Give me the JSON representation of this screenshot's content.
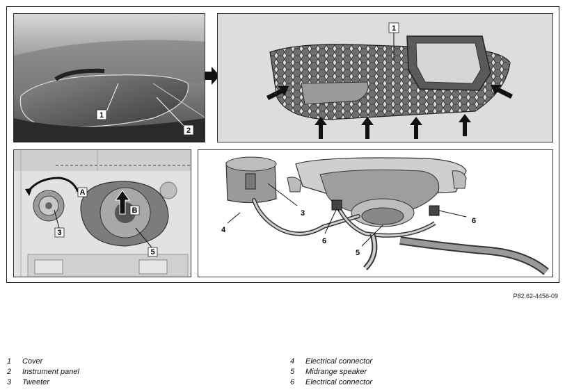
{
  "figure_code": "P82.62-4456-09",
  "callouts": {
    "p1_1": "1",
    "p1_2": "2",
    "p2_1": "1",
    "p3_A": "A",
    "p3_B": "B",
    "p3_3": "3",
    "p3_5": "5",
    "p4_3": "3",
    "p4_4": "4",
    "p4_6a": "6",
    "p4_6b": "6",
    "p4_5": "5"
  },
  "legend": {
    "left": [
      {
        "num": "1",
        "label": "Cover"
      },
      {
        "num": "2",
        "label": "Instrument panel"
      },
      {
        "num": "3",
        "label": "Tweeter"
      }
    ],
    "right": [
      {
        "num": "4",
        "label": "Electrical connector"
      },
      {
        "num": "5",
        "label": "Midrange speaker"
      },
      {
        "num": "6",
        "label": "Electrical connector"
      }
    ]
  }
}
